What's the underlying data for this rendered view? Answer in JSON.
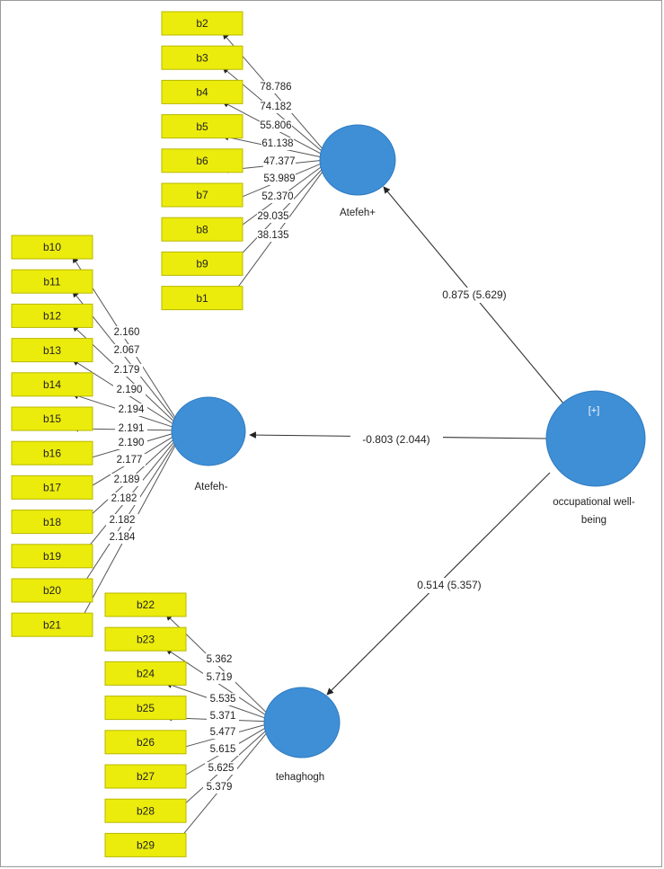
{
  "colors": {
    "indicator_fill": "#ecec0c",
    "latent_fill": "#3f8fd6",
    "line": "#555555"
  },
  "latents": {
    "atefeh_plus": {
      "label": "Atefeh+"
    },
    "atefeh_minus": {
      "label": "Atefeh-"
    },
    "tehaghogh": {
      "label": "tehaghogh"
    },
    "wellbeing": {
      "label_line1": "occupational well-",
      "label_line2": "being",
      "expand_icon": "[+]"
    }
  },
  "indicators": {
    "atefeh_plus": [
      "b2",
      "b3",
      "b4",
      "b5",
      "b6",
      "b7",
      "b8",
      "b9",
      "b1"
    ],
    "atefeh_minus": [
      "b10",
      "b11",
      "b12",
      "b13",
      "b14",
      "b15",
      "b16",
      "b17",
      "b18",
      "b19",
      "b20",
      "b21"
    ],
    "tehaghogh": [
      "b22",
      "b23",
      "b24",
      "b25",
      "b26",
      "b27",
      "b28",
      "b29"
    ]
  },
  "outer_weights": {
    "atefeh_plus": [
      "78.786",
      "74.182",
      "55.806",
      "61.138",
      "47.377",
      "53.989",
      "52.370",
      "29.035",
      "38.135"
    ],
    "atefeh_minus": [
      "2.160",
      "2.067",
      "2.179",
      "2.190",
      "2.194",
      "2.191",
      "2.190",
      "2.177",
      "2.189",
      "2.182",
      "2.182",
      "2.184"
    ],
    "tehaghogh": [
      "5.362",
      "5.719",
      "5.535",
      "5.371",
      "5.477",
      "5.615",
      "5.625",
      "5.379"
    ]
  },
  "paths": {
    "to_atefeh_plus": "0.875 (5.629)",
    "to_atefeh_minus": "-0.803 (2.044)",
    "to_tehaghogh": "0.514 (5.357)"
  }
}
